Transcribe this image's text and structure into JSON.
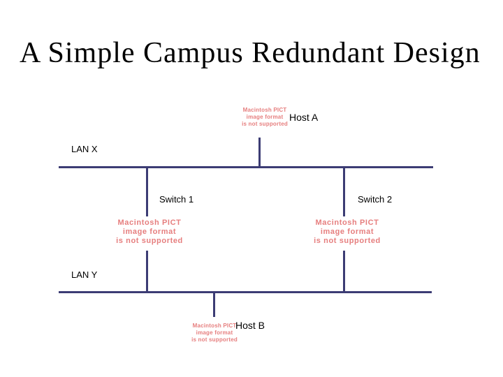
{
  "slide": {
    "title": "A Simple Campus Redundant Design",
    "background": "#ffffff"
  },
  "diagram": {
    "colors": {
      "line": "#3c3c74",
      "pict_text": "#e67e7e",
      "label_text": "#000000"
    },
    "labels": {
      "lan_x": "LAN X",
      "lan_y": "LAN Y",
      "switch1": "Switch 1",
      "switch2": "Switch 2",
      "host_a": "Host A",
      "host_b": "Host B"
    },
    "pict_placeholder": {
      "line1": "Macintosh PICT",
      "line2": "image format",
      "line3": "is not supported"
    }
  }
}
